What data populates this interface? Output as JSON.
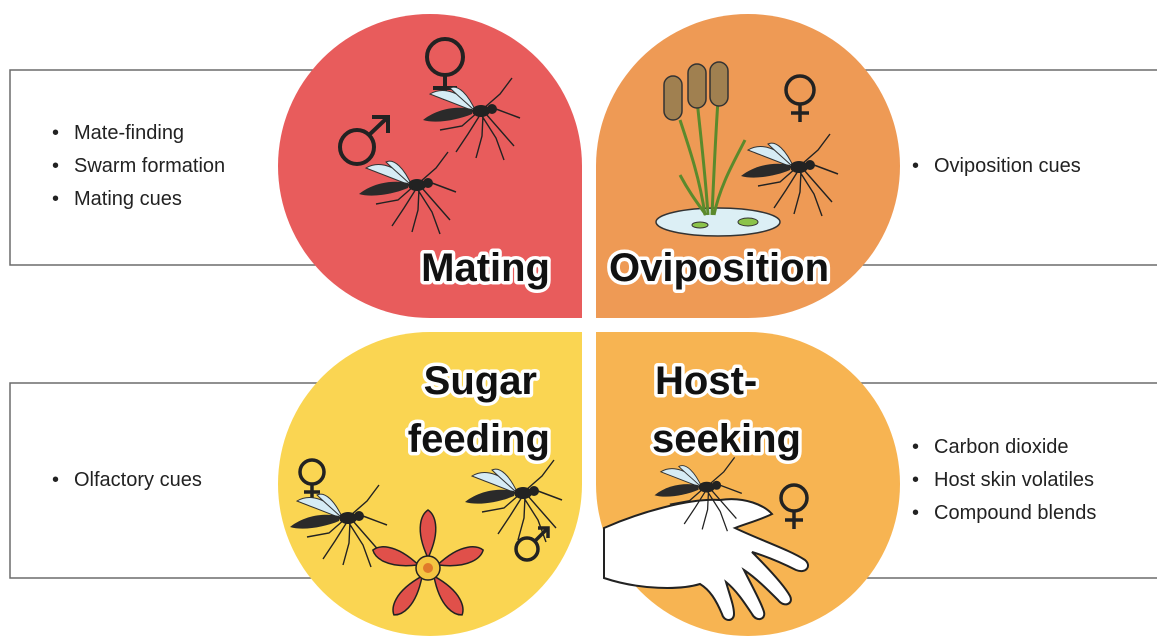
{
  "quadrants": {
    "mating": {
      "label": "Mating",
      "cues": [
        "Mate-finding",
        "Swarm formation",
        "Mating cues"
      ],
      "color": "#e85c5c",
      "female_symbol": "♀",
      "male_symbol": "♂"
    },
    "oviposition": {
      "label": "Oviposition",
      "cues": [
        "Oviposition cues"
      ],
      "color": "#ee9a55",
      "female_symbol": "♀"
    },
    "sugar_feeding": {
      "label_line1": "Sugar",
      "label_line2": "feeding",
      "cues": [
        "Olfactory cues"
      ],
      "color": "#fad552",
      "female_symbol": "♀",
      "male_symbol": "♂"
    },
    "host_seeking": {
      "label_line1": "Host-",
      "label_line2": "seeking",
      "cues": [
        "Carbon dioxide",
        "Host skin volatiles",
        "Compound blends"
      ],
      "color": "#f7b452",
      "female_symbol": "♀"
    }
  }
}
